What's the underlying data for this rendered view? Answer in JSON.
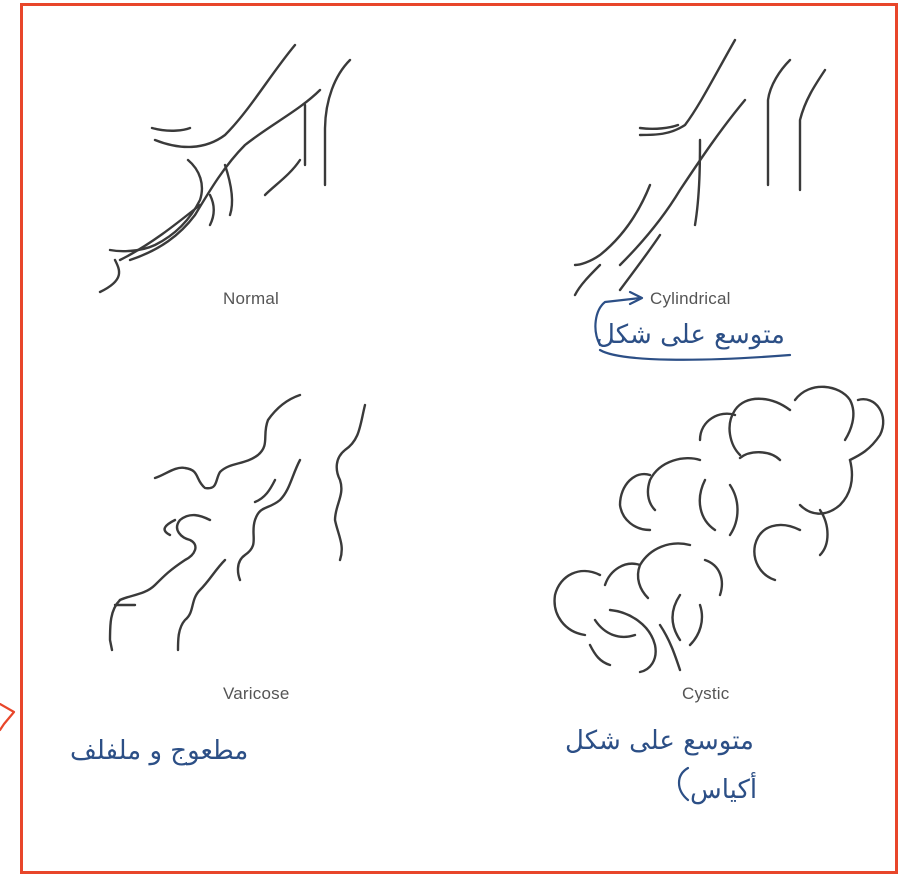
{
  "panels": [
    {
      "id": "normal",
      "caption": "Normal"
    },
    {
      "id": "cylindrical",
      "caption": "Cylindrical"
    },
    {
      "id": "varicose",
      "caption": "Varicose"
    },
    {
      "id": "cystic",
      "caption": "Cystic"
    }
  ],
  "annotations": {
    "cylindrical_note": "متوسع على شكل",
    "varicose_note": "مطعوج و ملفلف",
    "cystic_note_line1": "متوسع على شكل",
    "cystic_note_line2": "أكياس"
  },
  "colors": {
    "frame": "#e8462a",
    "ink": "#2c4f86",
    "line": "#3a3a3a"
  }
}
